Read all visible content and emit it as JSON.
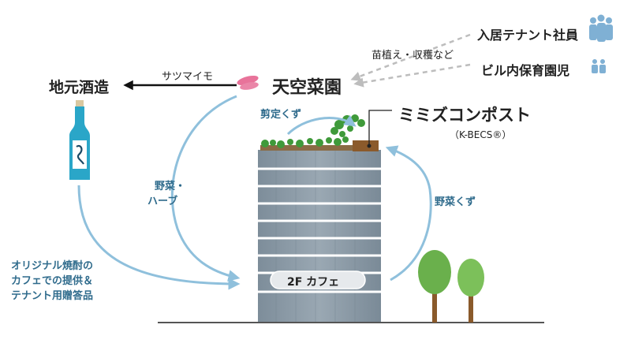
{
  "labels": {
    "rooftop_farm": "天空菜園",
    "local_brewery": "地元酒造",
    "sweet_potato": "サツマイモ",
    "planting_harvest": "苗植え・収穫など",
    "tenant_employees": "入居テナント社員",
    "nursery_children": "ビル内保育園児",
    "pruning_waste": "剪定くず",
    "worm_compost": "ミミズコンポスト",
    "kbecs": "（K-BECS®）",
    "vegetables_herbs_l1": "野菜・",
    "vegetables_herbs_l2": "ハーブ",
    "vegetable_waste": "野菜くず",
    "shochu_l1": "オリジナル焼酎の",
    "shochu_l2": "カフェでの提供＆",
    "shochu_l3": "テナント用贈答品",
    "cafe": "2F カフェ"
  },
  "icons": [
    "bottle-icon",
    "sweet-potato-icon",
    "people-group-icon",
    "children-icon",
    "tree-icon"
  ],
  "colors": {
    "arrow_blue": "#8fc0dc",
    "arrow_gray": "#bdbdbd",
    "text_dark": "#222222",
    "text_blue": "#2f6b8c",
    "building": "#8696a3",
    "bottle": "#2aa6c8",
    "potato": "#e8739a",
    "tree_dark": "#6ab04c",
    "tree_light": "#7cc05a"
  }
}
